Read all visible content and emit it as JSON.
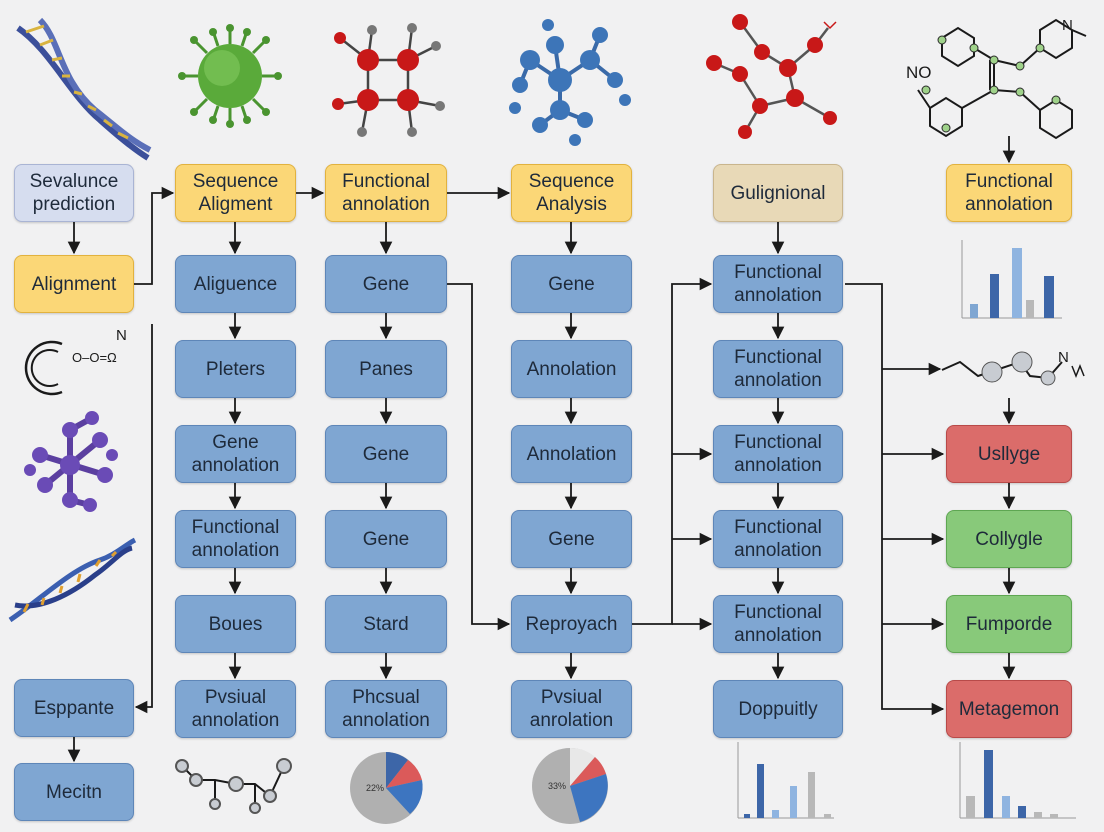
{
  "colors": {
    "blue": "#7fa6d2",
    "yellow": "#fbd777",
    "lavender": "#d6ddef",
    "beige": "#e8d9b7",
    "red": "#db6c6a",
    "green": "#88c97a",
    "arrow": "#1a1a1a"
  },
  "col1": {
    "sevalunce": "Sevalunce\nprediction",
    "alignment": "Alignment",
    "esppante": "Esppante",
    "mecitn": "Mecitn"
  },
  "col2": {
    "header": "Sequence\nAligment",
    "b1": "Aliguence",
    "b2": "Pleters",
    "b3": "Gene\nannolation",
    "b4": "Functional\nannolation",
    "b5": "Boues",
    "b6": "Pvsiual\nannolation"
  },
  "col3": {
    "header": "Functional\nannolation",
    "b1": "Gene",
    "b2": "Panes",
    "b3": "Gene",
    "b4": "Gene",
    "b5": "Stard",
    "b6": "Phcsual\nannolation"
  },
  "col4": {
    "header": "Sequence\nAnalysis",
    "b1": "Gene",
    "b2": "Annolation",
    "b3": "Annolation",
    "b4": "Gene",
    "b5": "Reproyach",
    "b6": "Pvsiual\nanrolation"
  },
  "col5": {
    "header": "Gulignional",
    "b1": "Functional\nannolation",
    "b2": "Functional\nannolation",
    "b3": "Functional\nannolation",
    "b4": "Functional\nannolation",
    "b5": "Functional\nannolation",
    "b6": "Doppuitly"
  },
  "col6": {
    "header": "Functional\nannolation",
    "b1": "Usllyge",
    "b2": "Collygle",
    "b3": "Fumporde",
    "b4": "Metagemon"
  },
  "molecule_labels": {
    "left_n": "N",
    "left_formula": "O–O=Ω",
    "top_no": "NO",
    "top_n": "N",
    "right_n": "N"
  },
  "pie_labels": {
    "pie1": "22%",
    "pie2": "33%"
  }
}
